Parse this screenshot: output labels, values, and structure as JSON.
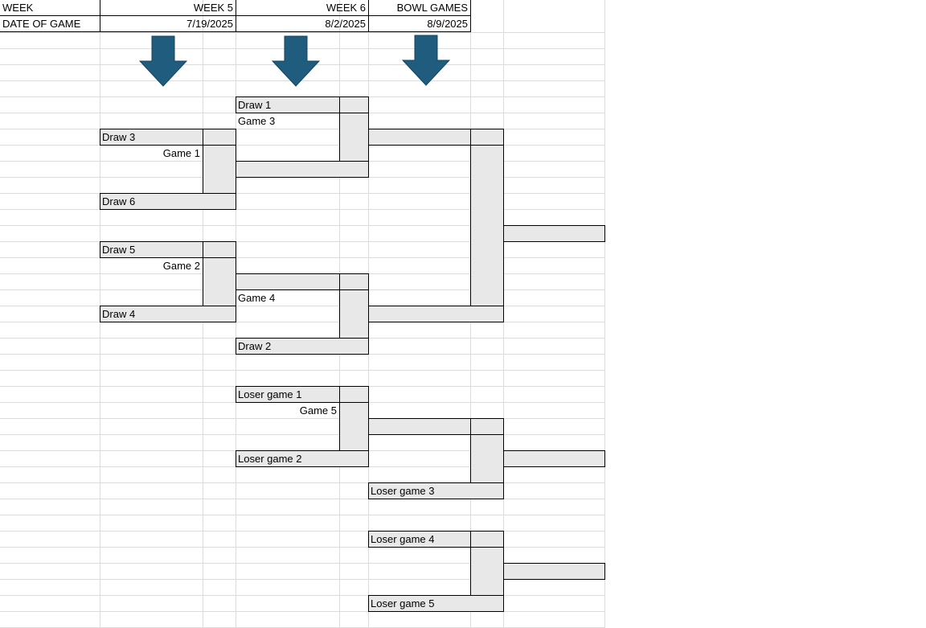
{
  "header": {
    "row1_label": "WEEK",
    "row2_label": "DATE OF GAME",
    "weeks": [
      {
        "name": "WEEK 5",
        "date": "7/19/2025"
      },
      {
        "name": "WEEK 6",
        "date": "8/2/2025"
      },
      {
        "name": "BOWL GAMES",
        "date": "8/9/2025"
      }
    ]
  },
  "bracket": {
    "draws": {
      "draw1": "Draw 1",
      "draw2": "Draw 2",
      "draw3": "Draw 3",
      "draw4": "Draw 4",
      "draw5": "Draw 5",
      "draw6": "Draw 6"
    },
    "games": {
      "game1": "Game 1",
      "game2": "Game 2",
      "game3": "Game 3",
      "game4": "Game  4",
      "game5": "Game 5"
    },
    "losers": {
      "loser1": "Loser game 1",
      "loser2": "Loser game 2",
      "loser3": "Loser game 3",
      "loser4": "Loser game 4",
      "loser5": "Loser game 5"
    }
  },
  "colors": {
    "arrow": "#1f5c7e",
    "slot_fill": "#e8e8e8",
    "gridline": "#dcdcdc"
  }
}
